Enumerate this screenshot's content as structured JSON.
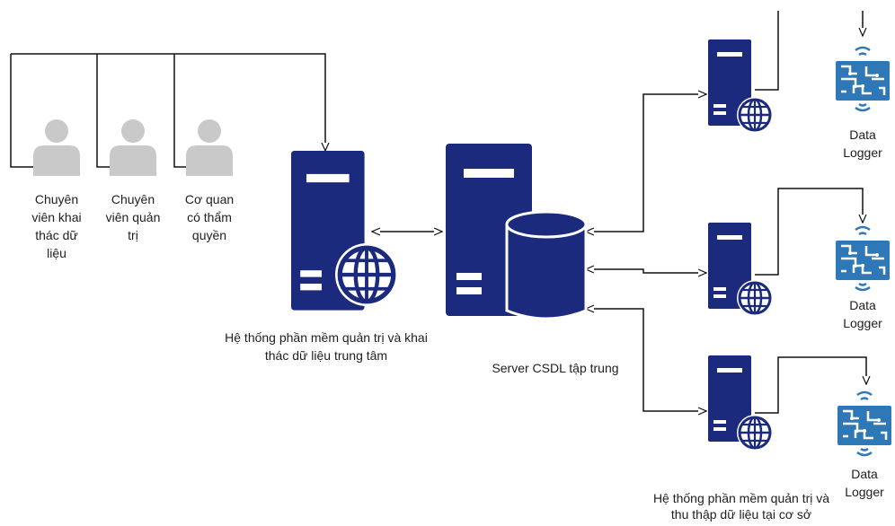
{
  "actors": {
    "exploiter": "Chuyên viên khai thác dữ liệu",
    "admin": "Chuyên viên quản trị",
    "authority": "Cơ quan có thẩm quyền"
  },
  "central_system_label": "Hệ thống phần mềm quản trị và khai thác dữ liệu trung tâm",
  "central_db_label": "Server CSDL tập trung",
  "site_system_label": "Hệ thống phần mềm quản trị và thu thập dữ liệu tại cơ sở",
  "data_logger_label": "Data Logger",
  "colors": {
    "server": "#1b2a7d",
    "person": "#c9c9c9",
    "logger": "#2f78b8",
    "line": "#111111"
  }
}
